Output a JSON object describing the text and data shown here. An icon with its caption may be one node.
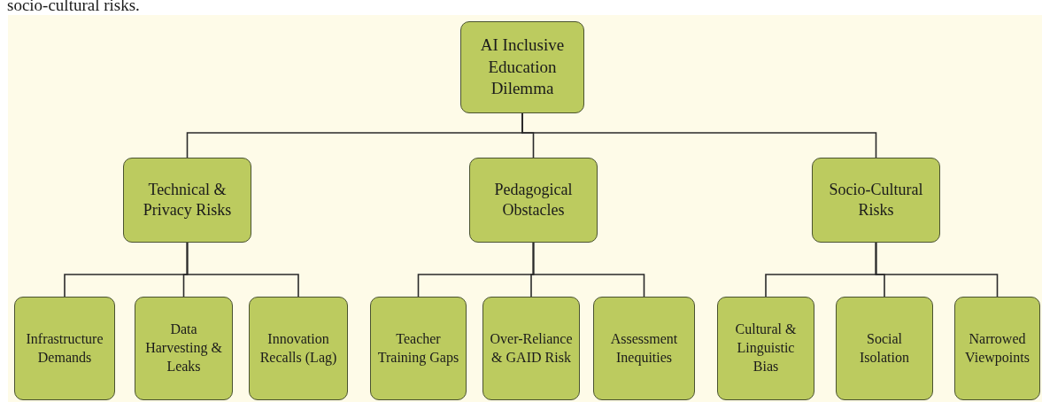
{
  "diagram": {
    "nodes": [
      {
        "text": [
          "AI Inclusive Education Dilemma"
        ]
      },
      {
        "text": [
          "Technical & Privacy Risks"
        ]
      },
      {
        "text": [
          "Pedagogical Obstacles"
        ]
      },
      {
        "text": [
          "Socio-Cultural Risks"
        ]
      },
      {
        "text": [
          "Infrastructure Demands"
        ]
      },
      {
        "text": [
          "Data Harvesting & Leaks"
        ]
      },
      {
        "text": [
          "Innovation Recalls (Lag)"
        ]
      },
      {
        "text": [
          "Teacher Training Gaps"
        ]
      },
      {
        "text": [
          "Over-Reliance & GAID Risk"
        ]
      },
      {
        "text": [
          "Assessment Inequities"
        ]
      },
      {
        "text": [
          "Cultural & Linguistic Bias"
        ]
      },
      {
        "text": [
          "Social Isolation"
        ]
      },
      {
        "text": [
          "Narrowed Viewpoints"
        ]
      }
    ],
    "edges": [
      {
        "from": 0,
        "to": 1,
        "arrow": "none"
      },
      {
        "from": 0,
        "to": 2,
        "arrow": "none"
      },
      {
        "from": 0,
        "to": 3,
        "arrow": "none"
      },
      {
        "from": 1,
        "to": 4,
        "arrow": "none"
      },
      {
        "from": 1,
        "to": 5,
        "arrow": "none"
      },
      {
        "from": 1,
        "to": 6,
        "arrow": "none"
      },
      {
        "from": 2,
        "to": 7,
        "arrow": "none"
      },
      {
        "from": 2,
        "to": 8,
        "arrow": "none"
      },
      {
        "from": 2,
        "to": 9,
        "arrow": "none"
      },
      {
        "from": 3,
        "to": 10,
        "arrow": "none"
      },
      {
        "from": 3,
        "to": 11,
        "arrow": "none"
      },
      {
        "from": 3,
        "to": 12,
        "arrow": "none"
      }
    ],
    "labels": [
      "socio-cultural risks."
    ]
  }
}
